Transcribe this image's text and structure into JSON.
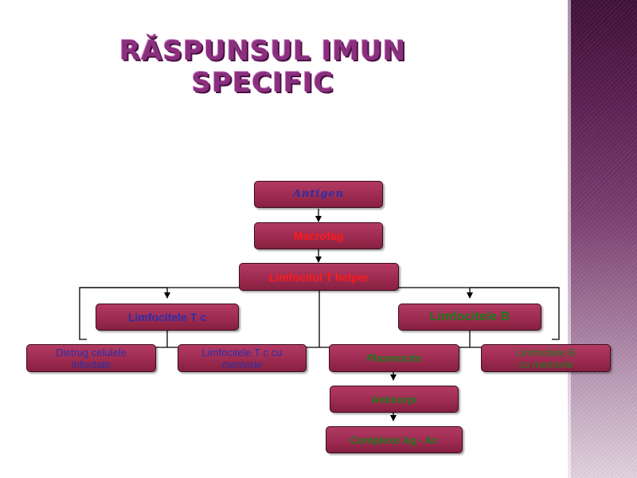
{
  "slide": {
    "title_line1": "RĂSPUNSUL IMUN",
    "title_line2": "SPECIFIC",
    "accent_color": "#8b2f7f",
    "box_color": "#a3305a"
  },
  "nodes": {
    "antigen": "Antigen",
    "macrofag": "Macrofag",
    "t_helper": "Limfocitul T helper",
    "t_c": "Limfocitele T c",
    "b": "Limfocitele B",
    "distrug_l1": "Distrug celulele",
    "distrug_l2": "infectate",
    "tc_mem_l1": "Limfocitele T c cu",
    "tc_mem_l2": "memorie",
    "plasmocite": "Plasmocite",
    "b_mem_l1": "Limfocitele B",
    "b_mem_l2": "cu memorie",
    "anticorpi": "Anticorpi",
    "complexe": "Complexe Ag - Ac"
  }
}
